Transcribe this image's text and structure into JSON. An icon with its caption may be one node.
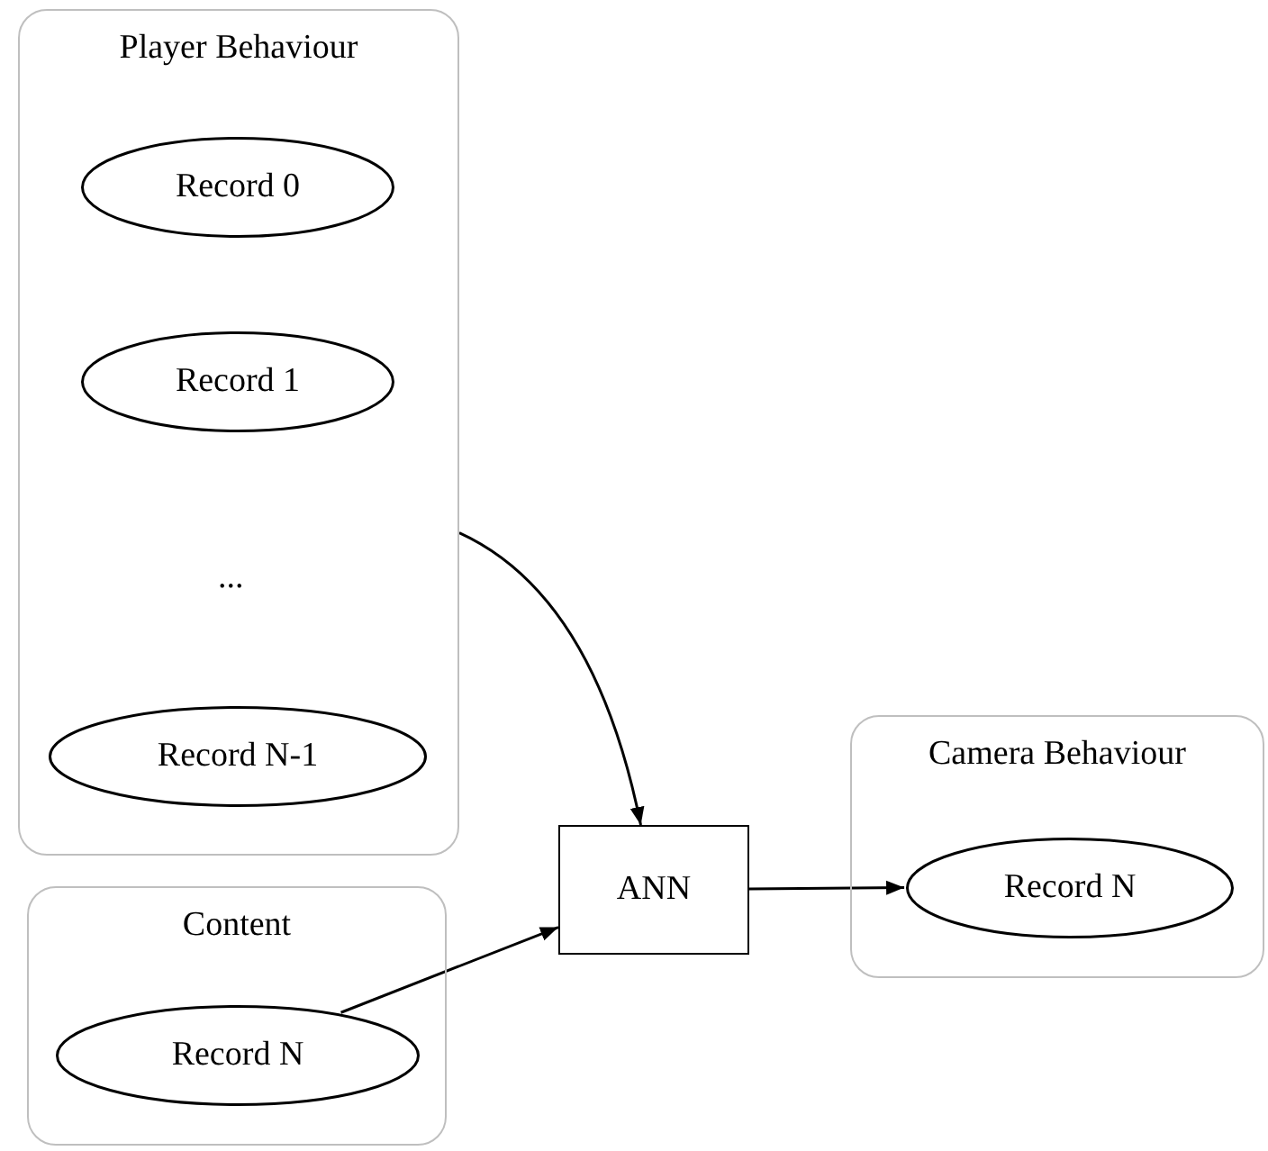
{
  "diagram": {
    "nodes": [
      {
        "text": [
          "Player Behaviour"
        ]
      },
      {
        "text": [
          "Record 0"
        ],
        "in": 0
      },
      {
        "text": [
          "Record 1"
        ],
        "in": 0
      },
      {
        "text": [
          "Record N-1"
        ],
        "in": 0
      },
      {
        "text": [
          "Content"
        ]
      },
      {
        "text": [
          "Record N"
        ],
        "in": 4
      },
      {
        "text": [
          "ANN"
        ]
      },
      {
        "text": [
          "Camera Behaviour"
        ]
      },
      {
        "text": [
          "Record N"
        ],
        "in": 7
      }
    ],
    "edges": [
      {
        "from": 0,
        "to": 6,
        "arrow": "to"
      },
      {
        "from": 5,
        "to": 6,
        "arrow": "to"
      },
      {
        "from": 6,
        "to": 8,
        "arrow": "to"
      }
    ],
    "labels": [
      "..."
    ]
  }
}
